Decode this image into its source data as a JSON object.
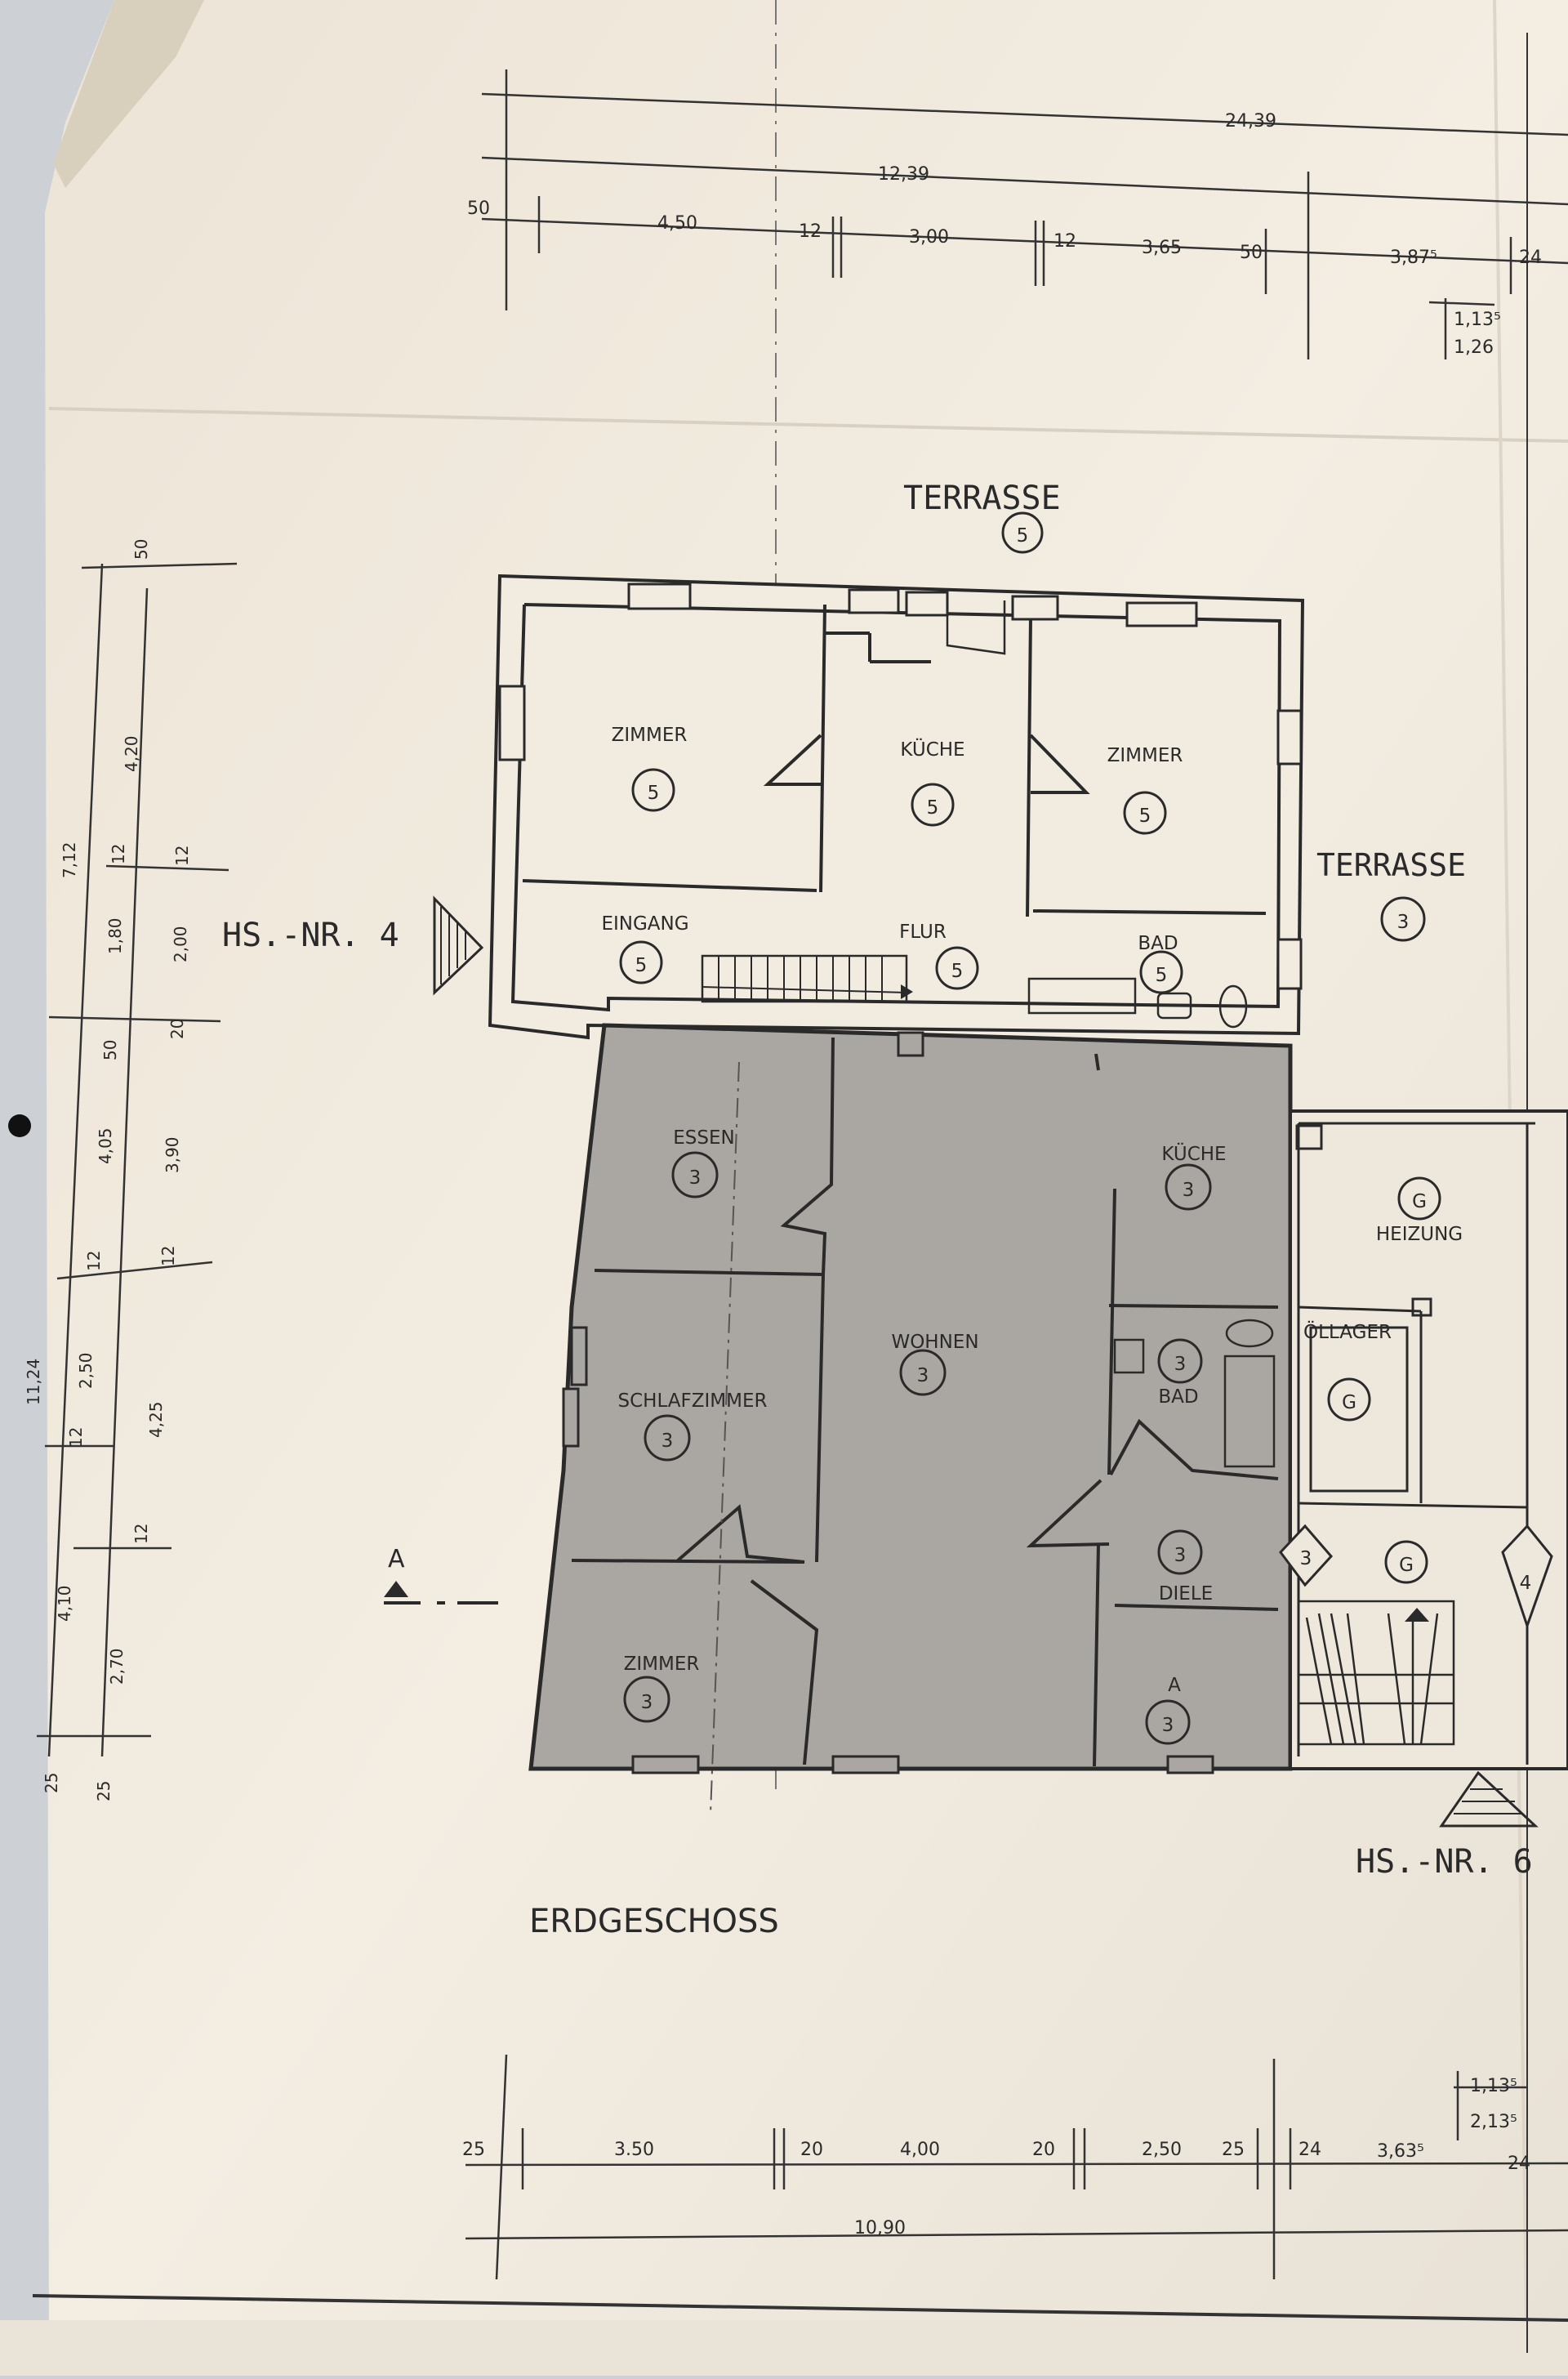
{
  "plan": {
    "title": "ERDGESCHOSS",
    "house_left": "HS.-NR. 4",
    "house_right": "HS.-NR. 6",
    "section_mark": "A",
    "section_mark_inside": "A",
    "terrace_top": {
      "label": "TERRASSE",
      "unit": "5"
    },
    "terrace_right": {
      "label": "TERRASSE",
      "unit": "3"
    },
    "rooms": {
      "zimmer_1": {
        "label": "ZIMMER",
        "unit": "5"
      },
      "kueche_1": {
        "label": "KÜCHE",
        "unit": "5"
      },
      "zimmer_2": {
        "label": "ZIMMER",
        "unit": "5"
      },
      "eingang": {
        "label": "EINGANG",
        "unit": "5"
      },
      "flur": {
        "label": "FLUR",
        "unit": "5"
      },
      "bad_1": {
        "label": "BAD",
        "unit": "5"
      },
      "essen": {
        "label": "ESSEN",
        "unit": "3"
      },
      "kueche_2": {
        "label": "KÜCHE",
        "unit": "3"
      },
      "heizung": {
        "label": "HEIZUNG",
        "unit": "G"
      },
      "oellager": {
        "label": "ÖLLAGER",
        "unit": "G"
      },
      "wohnen": {
        "label": "WOHNEN",
        "unit": "3"
      },
      "bad_2": {
        "label": "BAD",
        "unit": "3"
      },
      "schlafzimmer": {
        "label": "SCHLAFZIMMER",
        "unit": "3"
      },
      "diele": {
        "label": "DIELE",
        "unit": "3"
      },
      "zimmer_3": {
        "label": "ZIMMER",
        "unit": "3"
      },
      "diele_2": {
        "unit": "3"
      },
      "stair_hall": {
        "unit": "G"
      },
      "stair_left_unit": "3",
      "stair_right_unit": "4"
    },
    "dims_top": {
      "row1": "24,39",
      "row2": "12,39",
      "row3": [
        "50",
        "4,50",
        "12",
        "3,00",
        "12",
        "3,65",
        "50",
        "3,87⁵",
        "24"
      ],
      "right_a": "1,13⁵",
      "right_b": "1,26"
    },
    "dims_bottom": {
      "row1": [
        "25",
        "3.50",
        "20",
        "4,00",
        "20",
        "2,50",
        "25",
        "24",
        "3,63⁵",
        "24"
      ],
      "row2": "10,90",
      "right_a": "1,13⁵",
      "right_b": "2,13⁵"
    },
    "dims_left_outer": [
      "50",
      "4,20",
      "12",
      "1,80",
      "50",
      "4,05",
      "12",
      "2,50",
      "12",
      "4,10",
      "25"
    ],
    "dims_left_inner": [
      "12",
      "2,00",
      "20",
      "3,90",
      "12",
      "4,25",
      "12",
      "2,70",
      "25"
    ],
    "dims_left_total_a": "7,12",
    "dims_left_total_b": "11,24"
  }
}
